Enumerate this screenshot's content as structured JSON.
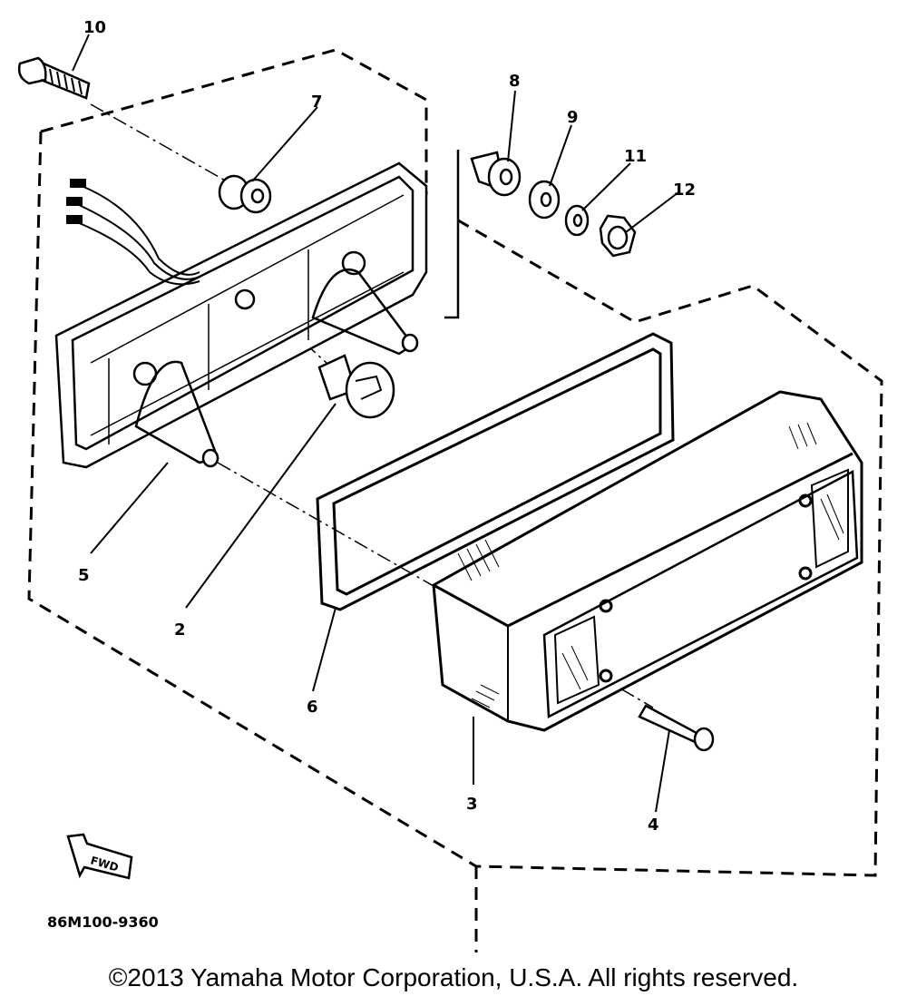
{
  "diagram": {
    "part_numbers": [
      "10",
      "7",
      "8",
      "9",
      "11",
      "12",
      "5",
      "2",
      "6",
      "3",
      "4"
    ],
    "forward_label": "FWD",
    "drawing_code": "86M100-9360"
  },
  "footer": {
    "copyright": "©2013 Yamaha Motor Corporation, U.S.A. All rights reserved."
  }
}
